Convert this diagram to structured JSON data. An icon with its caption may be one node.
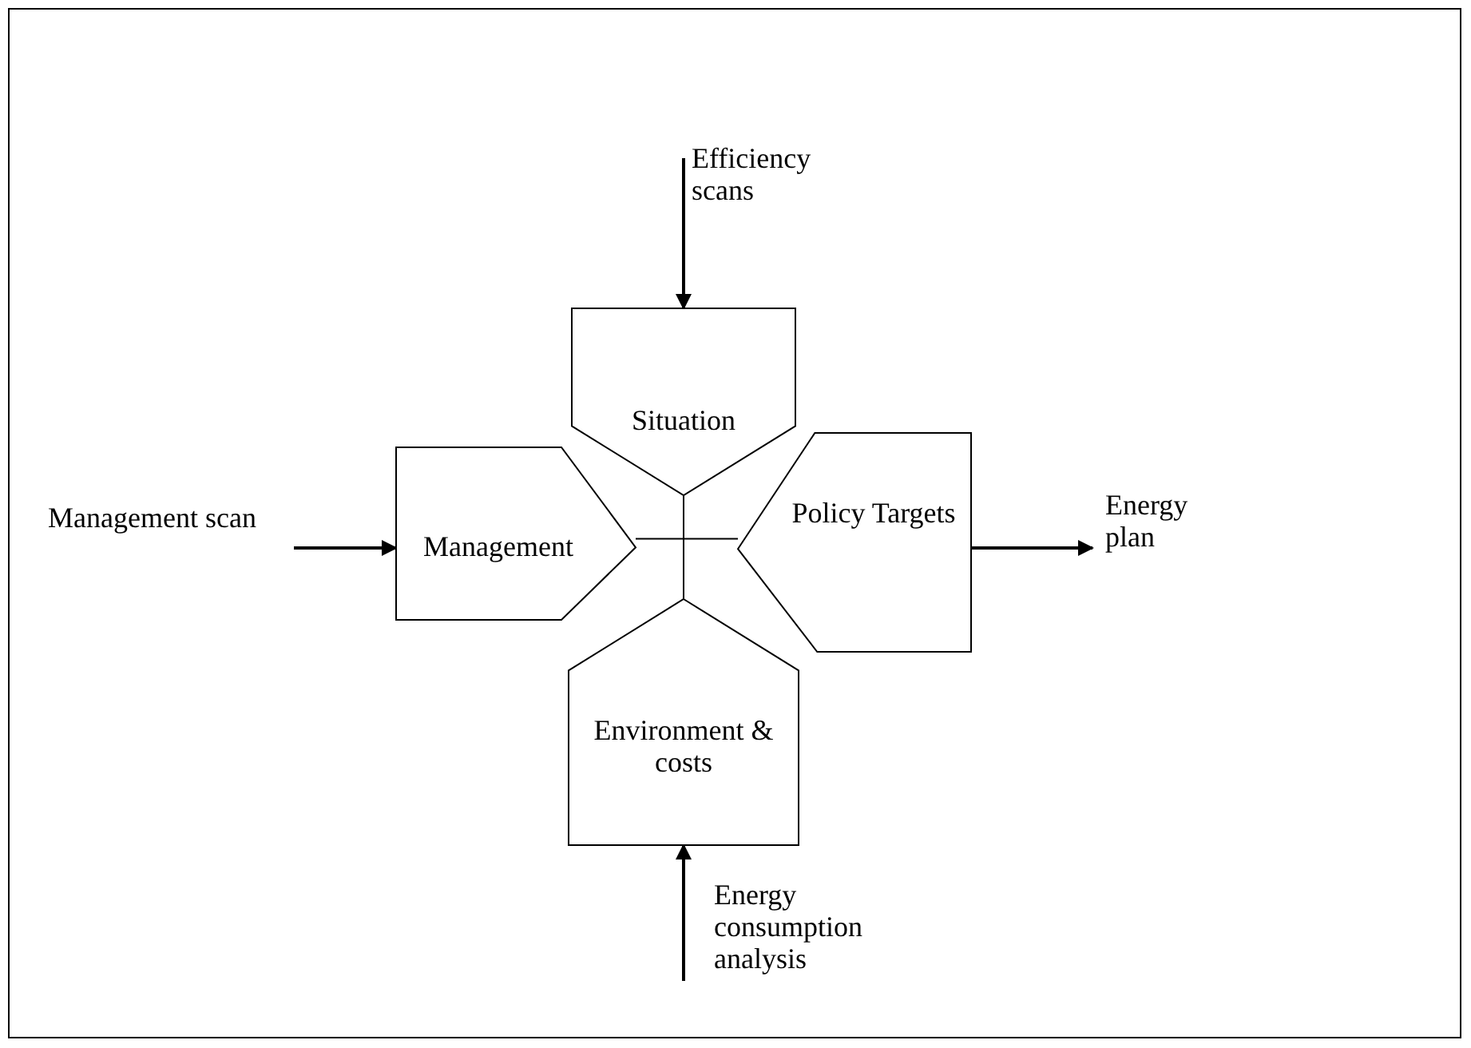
{
  "diagram": {
    "nodes": [
      {
        "text": [
          "Situation"
        ]
      },
      {
        "text": [
          "Management"
        ]
      },
      {
        "text": [
          "Policy Targets"
        ]
      },
      {
        "text": [
          "Environment & costs"
        ]
      },
      {
        "text": [
          "Efficiency scans"
        ]
      },
      {
        "text": [
          "Management scan"
        ]
      },
      {
        "text": [
          "Energy plan"
        ]
      },
      {
        "text": [
          "Energy consumption analysis"
        ]
      }
    ],
    "edges": [
      {
        "from": 4,
        "to": 0,
        "arrow": "to"
      },
      {
        "from": 5,
        "to": 1,
        "arrow": "to"
      },
      {
        "from": 2,
        "to": 6,
        "arrow": "to"
      },
      {
        "from": 7,
        "to": 3,
        "arrow": "to"
      },
      {
        "from": 0,
        "to": 3,
        "arrow": "none"
      },
      {
        "from": 1,
        "to": 2,
        "arrow": "none"
      }
    ]
  }
}
